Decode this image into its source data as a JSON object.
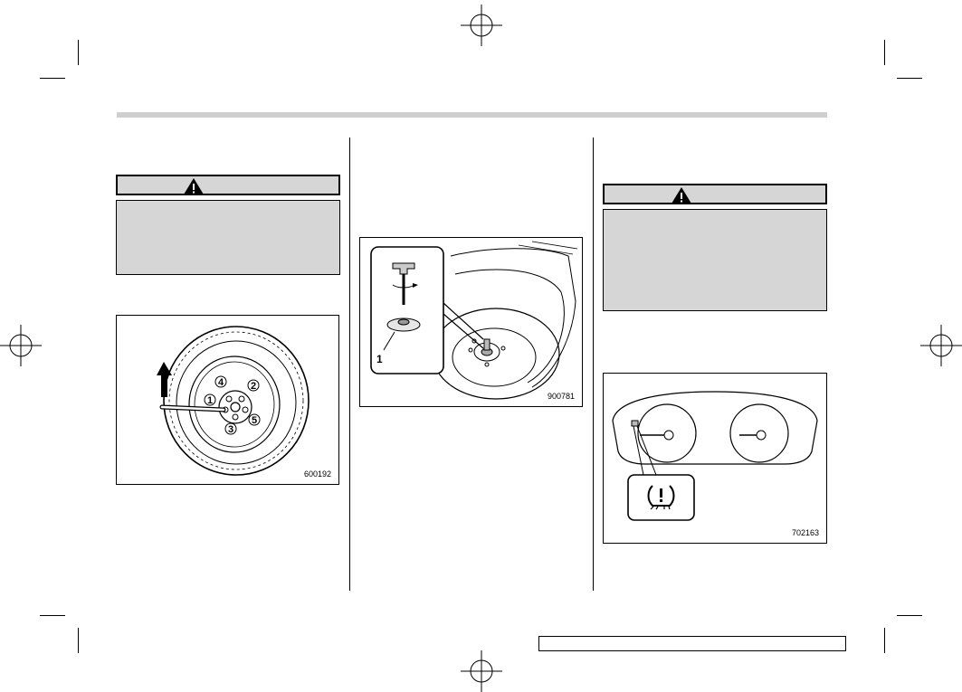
{
  "page": {
    "warning_icon": "warning-triangle-icon"
  },
  "left_column": {
    "figure": {
      "code": "600192",
      "callouts": [
        "1",
        "2",
        "3",
        "4",
        "5"
      ],
      "arrow_icon": "up-arrow-icon"
    }
  },
  "middle_column": {
    "figure": {
      "code": "900781",
      "callout": "1"
    }
  },
  "right_column": {
    "figure": {
      "code": "702163",
      "indicator_icon": "tire-pressure-warning-icon"
    }
  }
}
